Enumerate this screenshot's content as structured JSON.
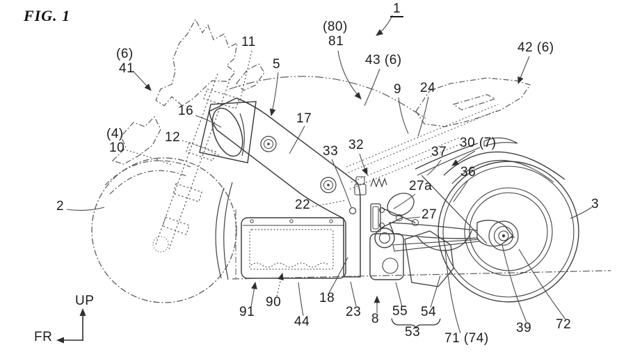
{
  "figure": {
    "title": "FIG. 1"
  },
  "orientation": {
    "up": "UP",
    "front": "FR"
  },
  "colors": {
    "background": "#ffffff",
    "ink": "#3f3f3f",
    "label_text": "#1c1c1c"
  },
  "labels": {
    "n1": "1",
    "n41_paren": "(6)",
    "n41": "41",
    "n11": "11",
    "n5": "5",
    "n80_paren": "(80)",
    "n81": "81",
    "n43": "43 (6)",
    "n9": "9",
    "n24": "24",
    "n42": "42 (6)",
    "n16": "16",
    "n12": "12",
    "n10_paren": "(4)",
    "n10": "10",
    "n2": "2",
    "n17": "17",
    "n33": "33",
    "n32": "32",
    "n22": "22",
    "n27a": "27a",
    "n27": "27",
    "n37": "37",
    "n30": "30 (7)",
    "n36": "36",
    "n3": "3",
    "n91": "91",
    "n90": "90",
    "n44": "44",
    "n18": "18",
    "n23": "23",
    "n8": "8",
    "n55": "55",
    "n54": "54",
    "n53": "53",
    "n71": "71 (74)",
    "n39": "39",
    "n72": "72"
  }
}
